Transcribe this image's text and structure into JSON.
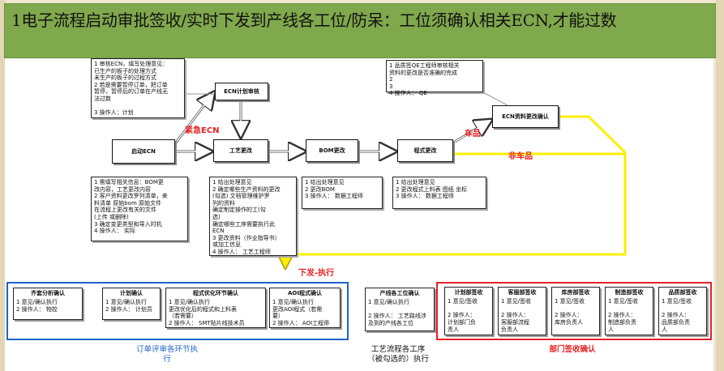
{
  "title": "1电子流程启动审批签收/实时下发到产线各工位/防呆：工位须确认相关ECN,才能过数",
  "nodes": {
    "start": "启动ECN",
    "plan_review": "ECN计划审核",
    "process_change": "工艺更改",
    "bom_change": "BOM更改",
    "program_change": "程式更改",
    "ecn_confirm": "ECN资料更改确认"
  },
  "notes": {
    "plan": "1 审核ECN，填写处理意见：\n   已生产的板子的处理方式\n   未生产的板子的过程方式\n2 若是需要暂停订单，把订单\n暂停，暂停后的订单在产线无\n法过数\n\n3 操作人：计划",
    "start": "1 需填写相关信息：BOM更\n改内容，工艺更改内容\n2 客户资料更改罗列清单，来\n料清单 原始bom 原始文件\n   在流程上更改有关的文件\n   (上传 或删除)\n3 确定变更类型和导入时机\n4 操作人：    实际",
    "process": "1 给出处理意见\n2 确定哪些生产资料的更改\n(勾选)  文档管理维护罗\n列的资料\n   确定制定操作的工(勾\n选)\n   确定哪些工序需要执行此\nECN\n3 更改资料（作业指导书）\n或加工信息\n4 操作人：  工艺工程师",
    "bom": "1 给出处理意见\n2 更改BOM\n3 操作人：  数据工程师",
    "program": "1 给出处理意见\n2 更改程式上料表 图纸 坐标\n3 操作人：  数据工程师",
    "qe": "1 品质签QE工程师审核相关\n资料的更改是否准确的完成\n2\n3\n4 操作人：  QE"
  },
  "arrow_labels": {
    "urgent": "紧急ECN",
    "trial": "车品",
    "non_trial": "非车品",
    "dispatch": "下发-执行"
  },
  "left_group": {
    "caption": "订单评审各环节执\n行",
    "items": [
      {
        "title": "齐套分析确认",
        "body": "1 意见/确认执行\n2 操作人：   物控"
      },
      {
        "title": "计划确认",
        "body": "1 意见/确认执行\n2 操作人：   计划员"
      },
      {
        "title": "程式优化环节确认",
        "body": "1 意见/确认执行\n更改优化后的程式和上料表\n（若需要）\n2 操作人：  SMT贴片线技术员"
      },
      {
        "title": "AOI程式确认",
        "body": "1 意见/确认执行\n更改AOI程式（若需\n要）\n2 操作人：  AOI工程师"
      }
    ]
  },
  "middle_group": {
    "caption": "工艺流程各工序\n（被勾选的）执行",
    "item": {
      "title": "产线各工位确认",
      "body": "1 意见/确认执行\n\n2 操作人：  工艺路线涉\n及到的产线各工位"
    }
  },
  "right_group": {
    "caption": "部门签收确认",
    "items": [
      {
        "title": "计划部签收",
        "body": "1 意见/签收\n\n2 操作人：\n计划部门负\n责人"
      },
      {
        "title": "客服部签收",
        "body": "1 意见/签收\n\n2 操作人：\n客服部流程\n负责人"
      },
      {
        "title": "库房部签收",
        "body": "1 意见/签收\n\n2 操作人：\n库房负责人"
      },
      {
        "title": "制造部签收",
        "body": "1 意见/签收\n\n2 操作人：\n制造部负责\n人"
      },
      {
        "title": "品质部签收",
        "body": "1 意见/签收\n\n2 操作人：\n品质部负责\n人"
      }
    ]
  },
  "colors": {
    "title_bg": "#80a84c",
    "flow_yellow": "#ffee00",
    "left_border": "#1f62c8",
    "right_border": "#e8202c",
    "accent_red": "#e52222",
    "accent_blue": "#2266c8"
  }
}
